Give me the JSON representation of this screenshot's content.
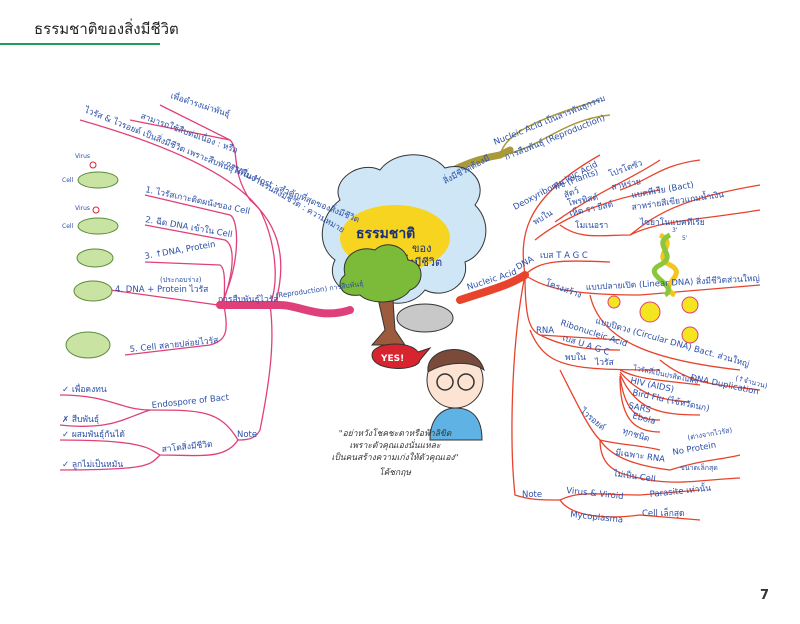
{
  "header": {
    "title": "ธรรมชาติของสิ่งมีชีวิต",
    "accent_color": "#1e9e5a"
  },
  "page_number": "7",
  "center": {
    "line1": "ธรรมชาติ",
    "line2": "ของ",
    "line3": "สิ่งมีชีวิต"
  },
  "colors": {
    "reproduction_branch": "#e0407a",
    "nucleic_branch": "#e8432c",
    "top_branch": "#a89a3a",
    "text": "#2a4fa8"
  },
  "top_branch": {
    "label": "สิ่งมีชีวิตต้องมี",
    "children": [
      "Nucleic Acid เป็นสารพันธุกรรม",
      "การสืบพันธุ์ (Reproduction)"
    ]
  },
  "reproduction_branch": {
    "label": "(Reproduction) การสืบพันธุ์",
    "sub_top": "การเพิ่มจำนวนสิ่งมีชีวิต : ความหมาย",
    "sub_top_children": [
      "เพื่อดำรงเผ่าพันธุ์",
      "สามารถใช้สืบต่อเนื่อง : หรือ"
    ],
    "host_note": "ไวรัส & ไวรอยด์ เป็นสิ่งมีชีวิต เพราะสืบพันธุ์ได้ใน Host : สำคัญที่สุดของสิ่งมีชีวิต",
    "virus_repro": {
      "label": "การสืบพันธุ์ไวรัส",
      "steps": [
        "1. ไวรัสเกาะติดผนังของ Cell",
        "2. ฉีด DNA เข้าใน Cell",
        "3. ↑DNA, Protein",
        "(ประกอบร่าง)",
        "4. DNA + Protein ไวรัส",
        "5. Cell สลายปล่อยไวรัส"
      ]
    },
    "illustration_labels": {
      "virus": "Virus",
      "cell": "Cell"
    },
    "note": {
      "label": "Note",
      "endospore": {
        "label": "Endospore of Bact",
        "items": [
          "✓ เพื่อคงทน",
          "✗ สืบพันธุ์"
        ]
      },
      "spice": {
        "label": "สาโตสิ่งมีชีวิต",
        "items": [
          "✓ ผสมพันธุ์กันได้",
          "✓ ลูกไม่เป็นหมัน"
        ]
      }
    }
  },
  "nucleic_branch": {
    "label": "Nucleic Acid",
    "dna": {
      "label": "DNA",
      "full": "Deoxyribonucleic Acid",
      "found_in": {
        "label": "พบใน",
        "items": [
          "พืช (Plants)",
          "สัตว์",
          "โพรทิสต์",
          "เห็ด รา ยีสต์",
          "โมเนอรา"
        ],
        "plant_children": [
          "โปรโตซัว",
          "สาหร่าย"
        ],
        "monera_children": [
          "แบคทีเรีย (Bact)",
          "สาหร่ายสีเขียวแกมน้ำเงิน",
          "ไซยาโนแบคทีเรีย"
        ]
      },
      "bases": "เบส T A G C",
      "structure": {
        "label": "โครงสร้าง",
        "linear": "แบบปลายเปิด (Linear DNA) สิ่งมีชีวิตส่วนใหญ่",
        "circular": "แบบปิดวง (Circular DNA) Bact. ส่วนใหญ่",
        "dup": "DNA Duplication",
        "dup_note": "(↑จำนวน)"
      },
      "helix_labels": [
        "3'",
        "5'"
      ]
    },
    "rna": {
      "label": "RNA",
      "full": "Ribonucleic Acid",
      "bases": "เบส U A G C",
      "found_in": {
        "label": "พบใน",
        "virus": "ไวรัส"
      },
      "viruses": [
        "ไวรัสที่เป็นปรสิตในพืช",
        "HIV (AIDS)",
        "Bird Flu (ไข้หวัดนก)",
        "SARS",
        "Ebola"
      ],
      "viroid": {
        "label": "ไวรอยด์",
        "items": [
          "ทุกชนิด",
          "มีเฉพาะ RNA",
          "ไม่เป็น Cell"
        ]
      },
      "no_protein_note": "(ต่างจากไวรัส)",
      "no_protein": "No Protein",
      "smallest": "ขนาดเล็กสุด"
    },
    "note": {
      "label": "Note",
      "items": [
        {
          "label": "Virus & Viroid",
          "detail": "Parasite เท่านั้น"
        },
        {
          "label": "Mycoplasma",
          "detail": "Cell เล็กสุด"
        }
      ]
    }
  },
  "speech_bubble": "YES!",
  "quote": {
    "lines": [
      "\"อย่าหวังโชคชะตาหรือฟ้าลิขิต",
      "เพราะตัวคุณเองนั่นแหละ",
      "เป็นคนสร้างความเก่งให้ตัวคุณเอง\""
    ],
    "author": "โค้ชกฤษ"
  }
}
